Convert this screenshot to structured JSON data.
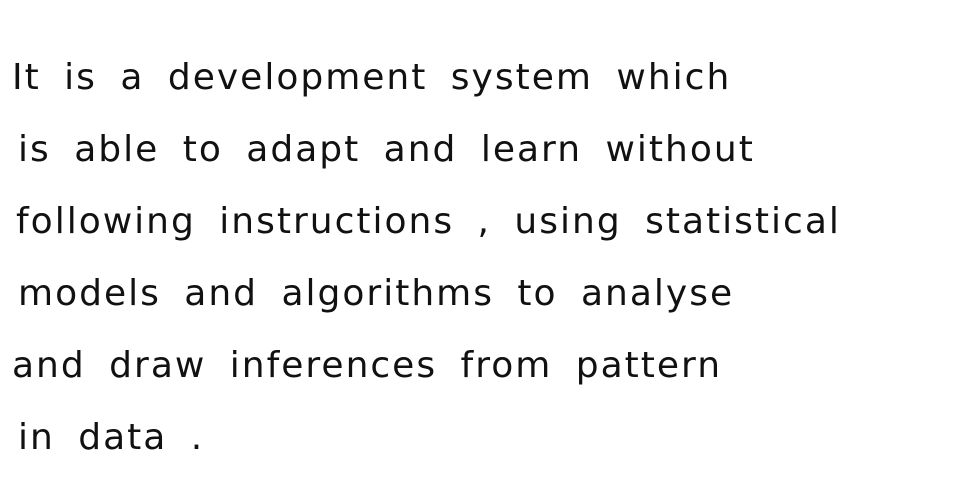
{
  "note": {
    "lines": [
      "It is a development system which",
      "is able to adapt and learn without",
      "following instructions , using statistical",
      "models and algorithms to analyse",
      "and draw inferences from pattern",
      "in data ."
    ]
  }
}
